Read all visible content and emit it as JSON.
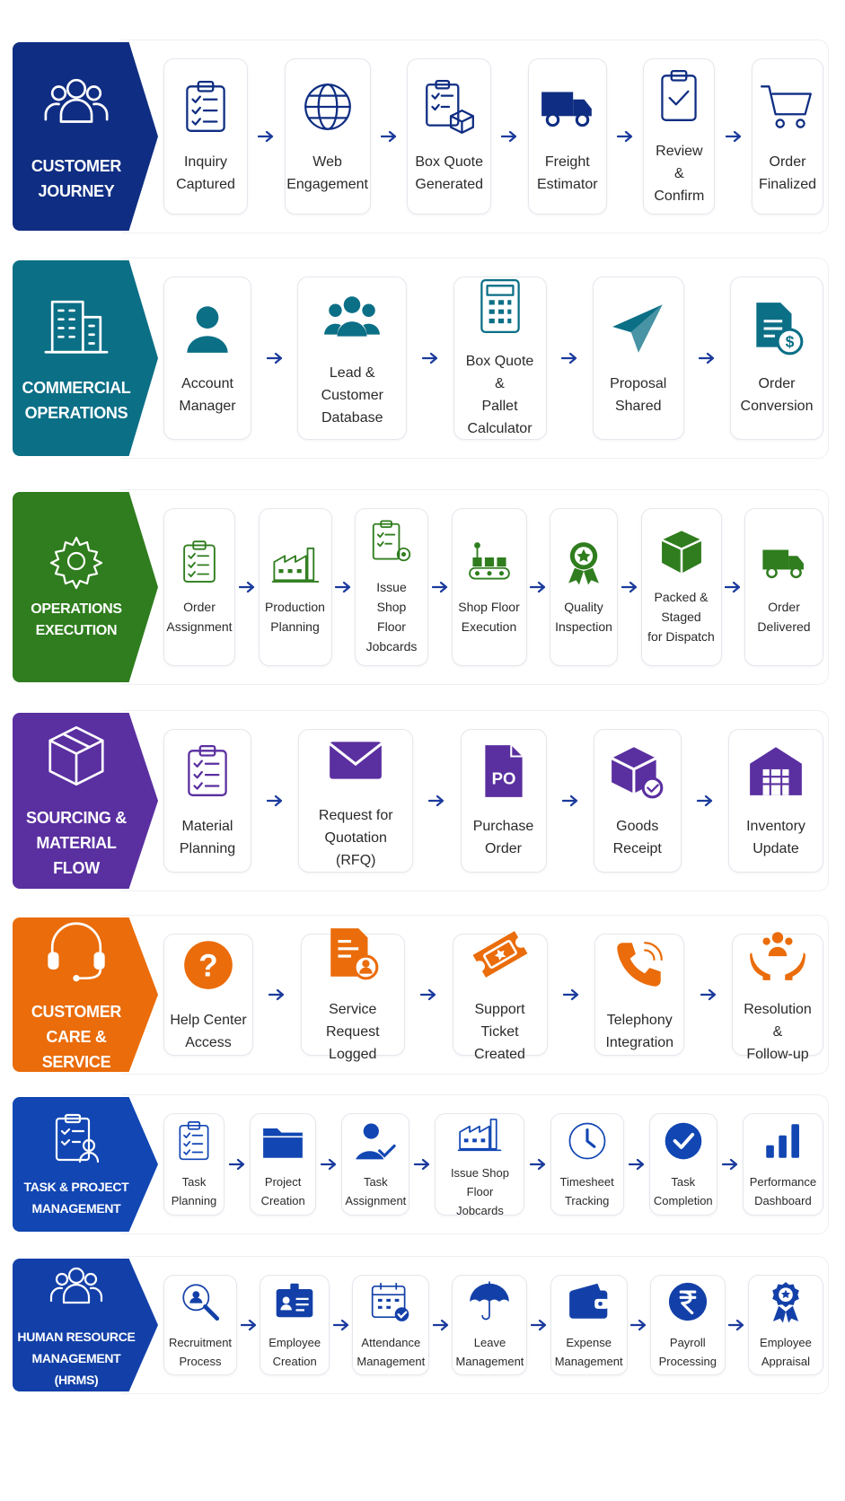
{
  "colors": {
    "customer_journey": "#0f2d82",
    "commercial_operations": "#0b6f86",
    "operations_execution": "#2f7d1e",
    "sourcing_material_flow": "#5a2fa0",
    "customer_care_service": "#ea6c0a",
    "task_project_management": "#1146b3",
    "human_resource_management": "#1340a8",
    "arrow": "#1a3a9c"
  },
  "sections": [
    {
      "title": "CUSTOMER\nJOURNEY",
      "icon": "users-icon",
      "steps": [
        {
          "label": "Inquiry\nCaptured",
          "icon": "clipboard-checklist-icon"
        },
        {
          "label": "Web\nEngagement",
          "icon": "globe-icon"
        },
        {
          "label": "Box Quote\nGenerated",
          "icon": "clipboard-box-icon"
        },
        {
          "label": "Freight\nEstimator",
          "icon": "truck-icon"
        },
        {
          "label": "Review &\nConfirm",
          "icon": "clipboard-check-icon"
        },
        {
          "label": "Order\nFinalized",
          "icon": "cart-icon"
        }
      ]
    },
    {
      "title": "COMMERCIAL\nOPERATIONS",
      "icon": "building-icon",
      "steps": [
        {
          "label": "Account\nManager",
          "icon": "person-icon"
        },
        {
          "label": "Lead & Customer\nDatabase",
          "icon": "group-icon"
        },
        {
          "label": "Box Quote &\nPallet Calculator",
          "icon": "calculator-icon"
        },
        {
          "label": "Proposal\nShared",
          "icon": "paper-plane-icon"
        },
        {
          "label": "Order\nConversion",
          "icon": "document-dollar-icon"
        }
      ]
    },
    {
      "title": "OPERATIONS\nEXECUTION",
      "icon": "gear-icon",
      "steps": [
        {
          "label": "Order\nAssignment",
          "icon": "clipboard-checklist-icon"
        },
        {
          "label": "Production\nPlanning",
          "icon": "factory-icon"
        },
        {
          "label": "Issue Shop\nFloor Jobcards",
          "icon": "clipboard-gear-icon"
        },
        {
          "label": "Shop Floor\nExecution",
          "icon": "conveyor-icon"
        },
        {
          "label": "Quality\nInspection",
          "icon": "award-ribbon-icon"
        },
        {
          "label": "Packed & Staged\nfor Dispatch",
          "icon": "package-icon"
        },
        {
          "label": "Order\nDelivered",
          "icon": "truck-icon"
        }
      ]
    },
    {
      "title": "SOURCING &\nMATERIAL FLOW",
      "icon": "box-outline-icon",
      "steps": [
        {
          "label": "Material\nPlanning",
          "icon": "clipboard-checklist-icon"
        },
        {
          "label": "Request for\nQuotation (RFQ)",
          "icon": "envelope-icon"
        },
        {
          "label": "Purchase\nOrder",
          "icon": "po-document-icon"
        },
        {
          "label": "Goods\nReceipt",
          "icon": "box-check-icon"
        },
        {
          "label": "Inventory\nUpdate",
          "icon": "warehouse-icon"
        }
      ]
    },
    {
      "title": "CUSTOMER\nCARE & SERVICE",
      "icon": "headset-icon",
      "steps": [
        {
          "label": "Help Center\nAccess",
          "icon": "question-icon"
        },
        {
          "label": "Service\nRequest Logged",
          "icon": "document-user-icon"
        },
        {
          "label": "Support Ticket\nCreated",
          "icon": "ticket-icon"
        },
        {
          "label": "Telephony\nIntegration",
          "icon": "phone-icon"
        },
        {
          "label": "Resolution &\nFollow-up",
          "icon": "hands-people-icon"
        }
      ]
    },
    {
      "title": "TASK & PROJECT\nMANAGEMENT",
      "icon": "clipboard-person-icon",
      "steps": [
        {
          "label": "Task\nPlanning",
          "icon": "clipboard-checklist-icon"
        },
        {
          "label": "Project\nCreation",
          "icon": "folder-icon"
        },
        {
          "label": "Task\nAssignment",
          "icon": "person-check-icon"
        },
        {
          "label": "Issue Shop Floor\nJobcards",
          "icon": "factory-icon"
        },
        {
          "label": "Timesheet\nTracking",
          "icon": "clock-icon"
        },
        {
          "label": "Task\nCompletion",
          "icon": "check-circle-icon"
        },
        {
          "label": "Performance\nDashboard",
          "icon": "bar-chart-icon"
        }
      ]
    },
    {
      "title": "HUMAN RESOURCE\nMANAGEMENT (HRMS)",
      "icon": "users-icon",
      "steps": [
        {
          "label": "Recruitment\nProcess",
          "icon": "search-person-icon"
        },
        {
          "label": "Employee\nCreation",
          "icon": "id-badge-icon"
        },
        {
          "label": "Attendance\nManagement",
          "icon": "calendar-check-icon"
        },
        {
          "label": "Leave\nManagement",
          "icon": "umbrella-icon"
        },
        {
          "label": "Expense\nManagement",
          "icon": "wallet-icon"
        },
        {
          "label": "Payroll\nProcessing",
          "icon": "rupee-coin-icon"
        },
        {
          "label": "Employee\nAppraisal",
          "icon": "medal-icon"
        }
      ]
    }
  ]
}
